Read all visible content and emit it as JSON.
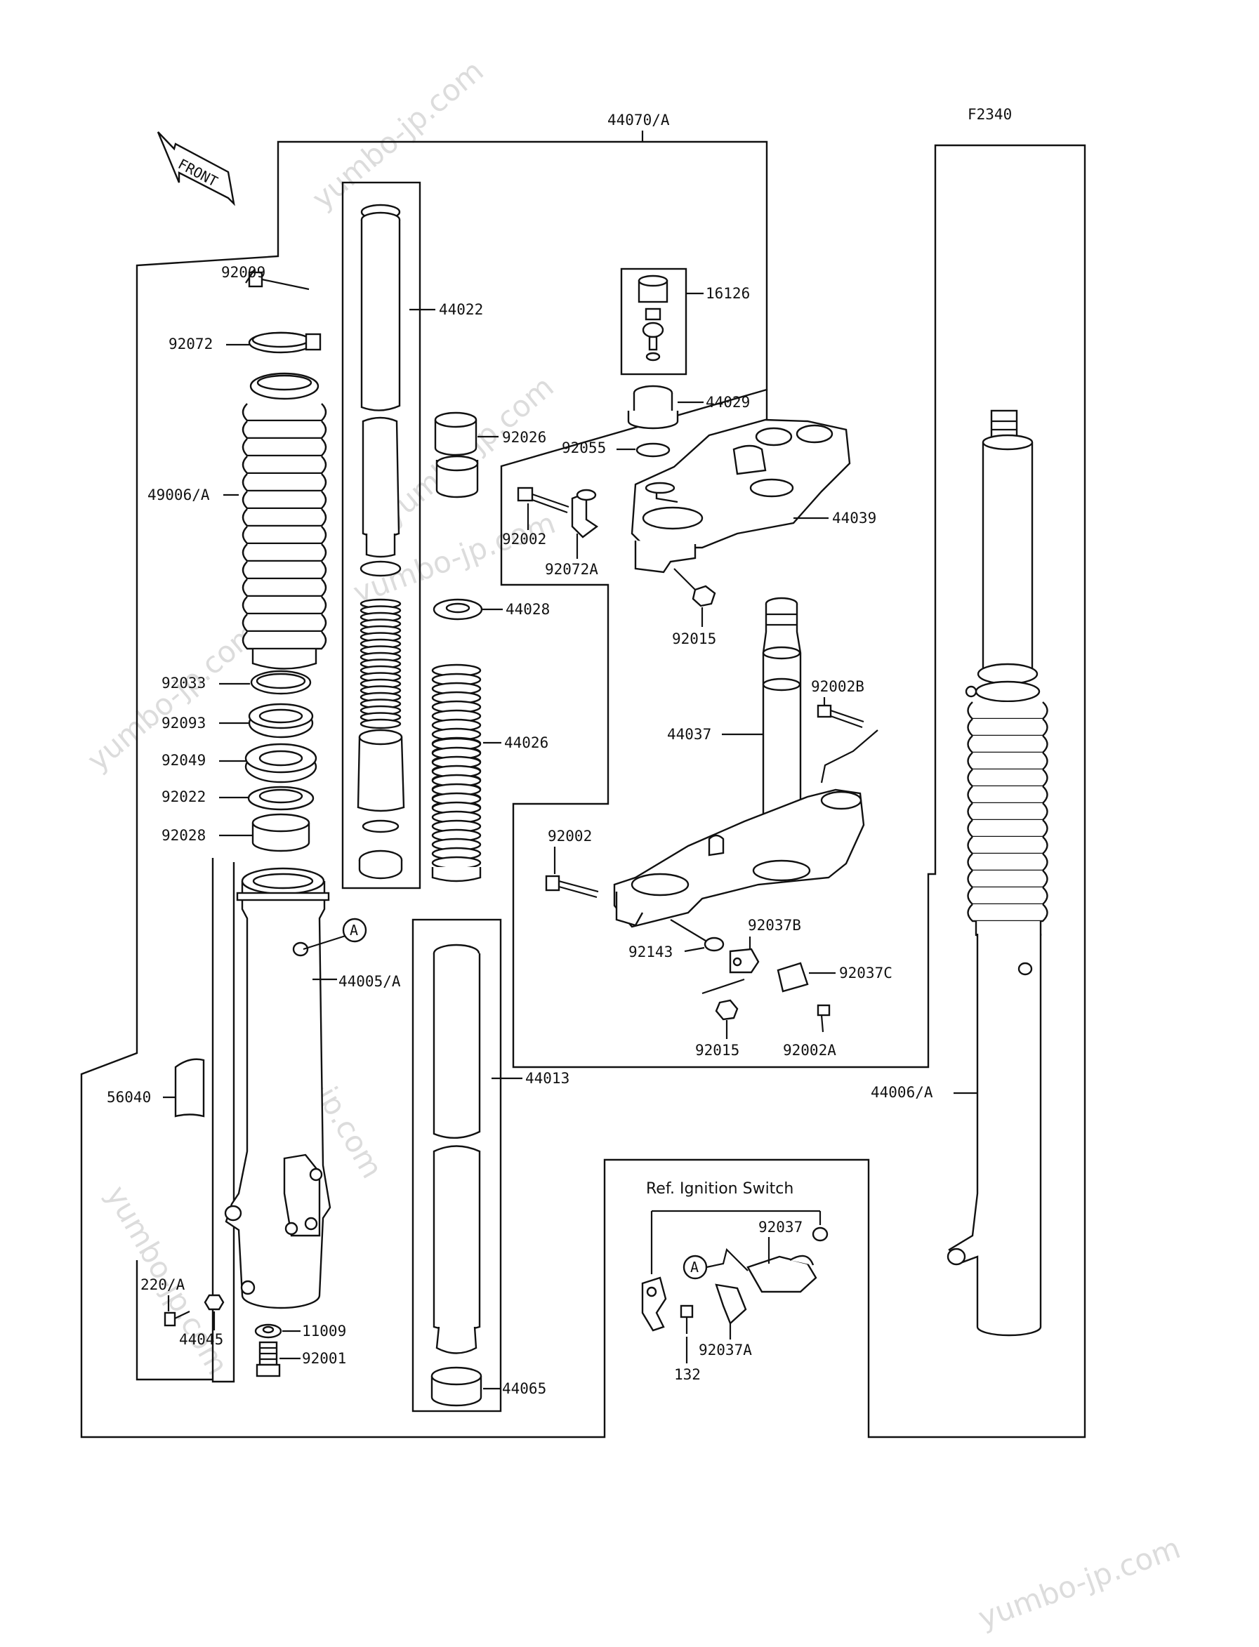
{
  "figure_code": "F2340",
  "front_label": "FRONT",
  "ref_note": "Ref. Ignition Switch",
  "callout_letter": "A",
  "watermark": "yumbo-jp.com",
  "parts": {
    "p44070A": "44070/A",
    "p92009": "92009",
    "p92072": "92072",
    "p49006A": "49006/A",
    "p92033": "92033",
    "p92093": "92093",
    "p92049": "92049",
    "p92022": "92022",
    "p92028": "92028",
    "p44005A": "44005/A",
    "p56040": "56040",
    "p220A": "220/A",
    "p44045": "44045",
    "p11009": "11009",
    "p92001": "92001",
    "p44022": "44022",
    "p92026": "92026",
    "p44028": "44028",
    "p44026": "44026",
    "p44013": "44013",
    "p44065": "44065",
    "p16126": "16126",
    "p44029": "44029",
    "p92055": "92055",
    "p44039": "44039",
    "p92002_top": "92002",
    "p92072A": "92072A",
    "p92015_top": "92015",
    "p92002B": "92002B",
    "p44037": "44037",
    "p92002_mid": "92002",
    "p92037B": "92037B",
    "p92143": "92143",
    "p92037C": "92037C",
    "p92015_bot": "92015",
    "p92002A": "92002A",
    "p44006A": "44006/A",
    "p92037": "92037",
    "p92037A": "92037A",
    "p132": "132"
  }
}
